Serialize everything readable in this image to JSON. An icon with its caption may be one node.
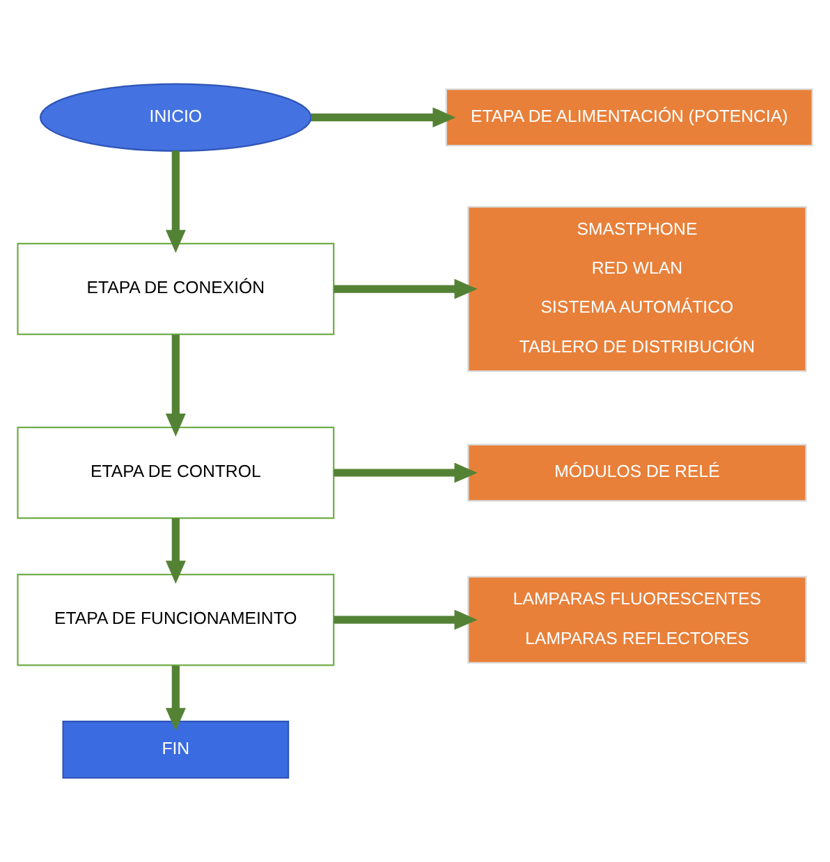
{
  "diagram": {
    "nodes": [
      {
        "text": [
          "INICIO"
        ]
      },
      {
        "text": [
          "ETAPA DE ALIMENTACIÓN (POTENCIA)"
        ]
      },
      {
        "text": [
          "ETAPA DE CONEXIÓN"
        ]
      },
      {
        "text": [
          "SMASTPHONE",
          "RED WLAN",
          "SISTEMA AUTOMÁTICO",
          "TABLERO DE DISTRIBUCIÓN"
        ]
      },
      {
        "text": [
          "ETAPA DE CONTROL"
        ]
      },
      {
        "text": [
          "MÓDULOS DE RELÉ"
        ]
      },
      {
        "text": [
          "ETAPA DE FUNCIONAMEINTO"
        ]
      },
      {
        "text": [
          "LAMPARAS FLUORESCENTES",
          "LAMPARAS REFLECTORES"
        ]
      },
      {
        "text": [
          "FIN"
        ]
      }
    ],
    "edges": [
      {
        "from": 0,
        "to": 1,
        "arrow": "to"
      },
      {
        "from": 0,
        "to": 2,
        "arrow": "to"
      },
      {
        "from": 2,
        "to": 3,
        "arrow": "to"
      },
      {
        "from": 2,
        "to": 4,
        "arrow": "to"
      },
      {
        "from": 4,
        "to": 5,
        "arrow": "to"
      },
      {
        "from": 4,
        "to": 6,
        "arrow": "to"
      },
      {
        "from": 6,
        "to": 7,
        "arrow": "to"
      },
      {
        "from": 6,
        "to": 8,
        "arrow": "to"
      }
    ]
  }
}
